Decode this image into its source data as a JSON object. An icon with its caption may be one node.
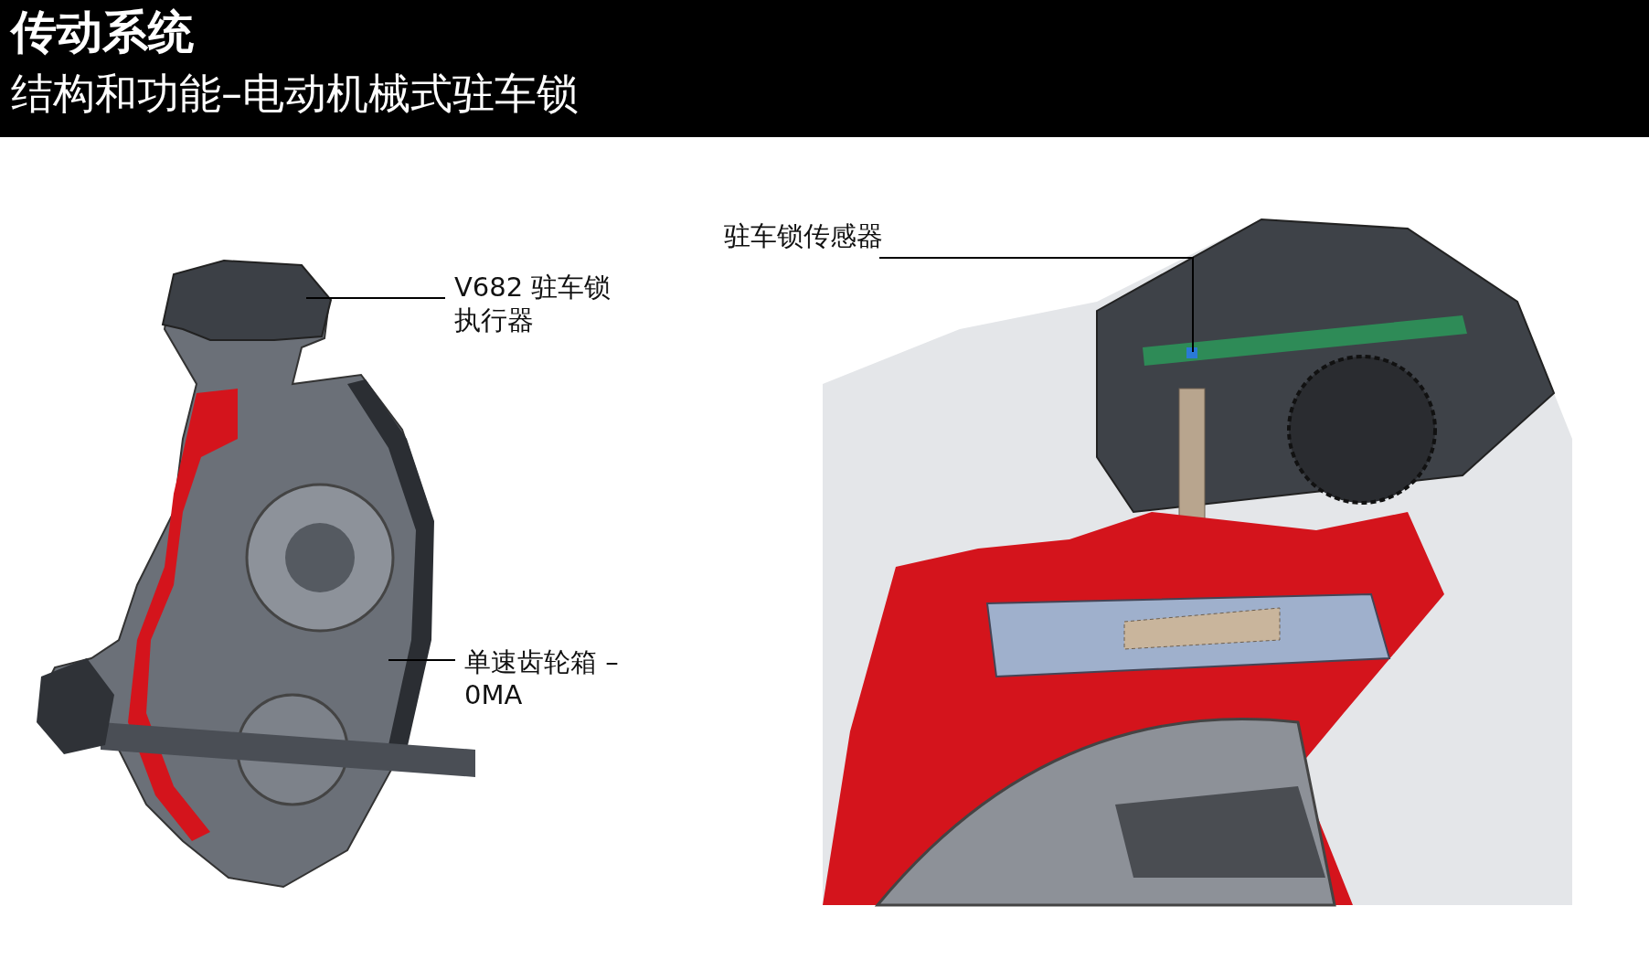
{
  "diagram": {
    "title": "传动系统",
    "nodes": [
      {
        "text": [
          "V682 驻车锁执行器"
        ]
      },
      {
        "text": [
          "单速齿轮箱 – 0MA"
        ]
      },
      {
        "text": [
          "驻车锁传感器"
        ]
      }
    ],
    "edges": [
      {
        "from": 0,
        "to": null,
        "arrow": "none"
      },
      {
        "from": 1,
        "to": null,
        "arrow": "none"
      },
      {
        "from": 2,
        "to": null,
        "arrow": "none"
      }
    ],
    "labels": [
      "结构和功能–电动机械式驻车锁"
    ]
  }
}
